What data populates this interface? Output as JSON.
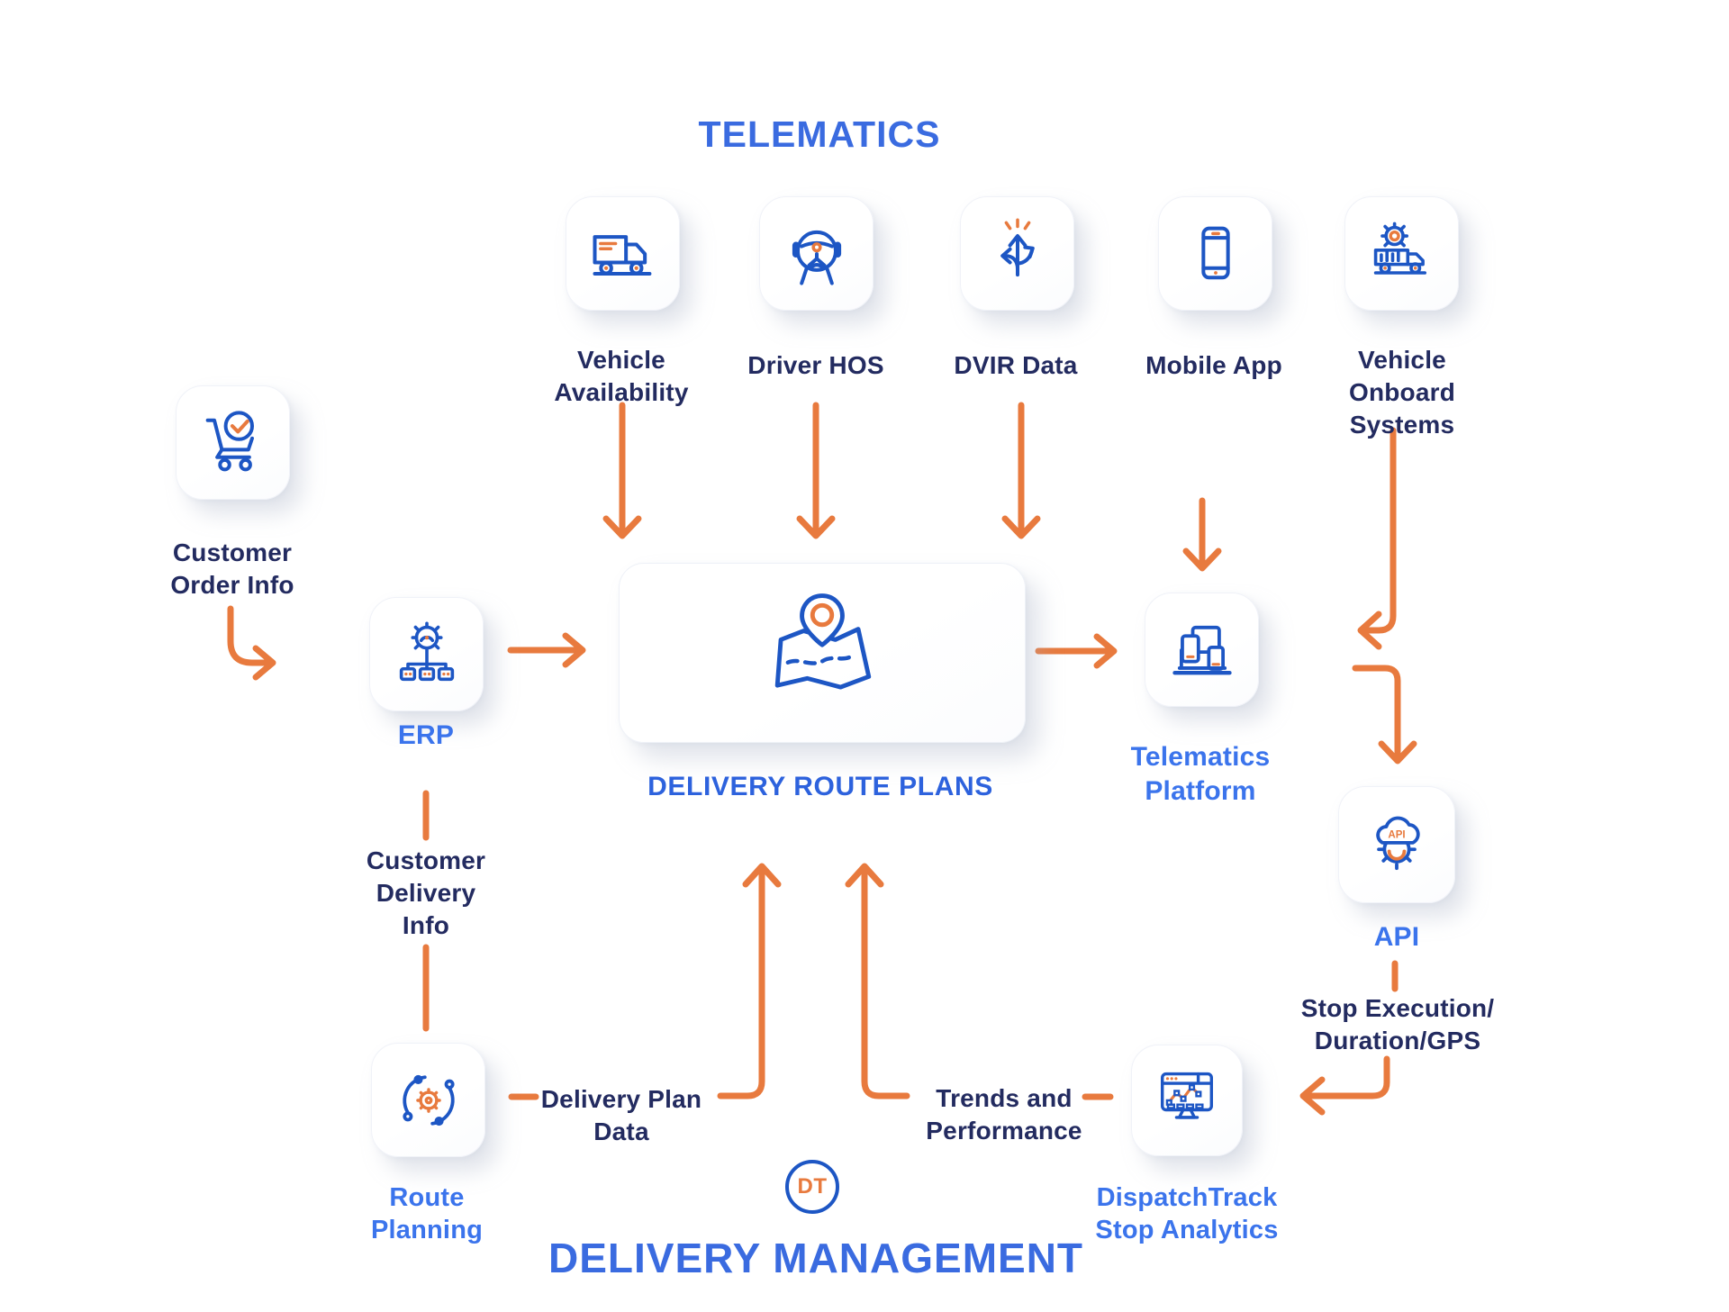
{
  "colors": {
    "orange": "#E87A3E",
    "navy": "#232B60",
    "blue": "#3A6BE0",
    "link_blue": "#3B74EC",
    "icon_blue": "#1D56C4"
  },
  "titles": {
    "telematics": "TELEMATICS",
    "delivery_management": "DELIVERY MANAGEMENT"
  },
  "logo": {
    "dt": "DT"
  },
  "nodes": {
    "customer_order": {
      "label": "Customer\nOrder Info"
    },
    "vehicle_availability": {
      "label": "Vehicle\nAvailability"
    },
    "driver_hos": {
      "label": "Driver HOS"
    },
    "dvir_data": {
      "label": "DVIR Data"
    },
    "mobile_app": {
      "label": "Mobile App"
    },
    "vehicle_onboard_systems": {
      "label": "Vehicle\nOnboard\nSystems"
    },
    "erp": {
      "label": "ERP"
    },
    "delivery_route_plans": {
      "label": "DELIVERY ROUTE PLANS"
    },
    "telematics_platform": {
      "label": "Telematics\nPlatform"
    },
    "api": {
      "label": "API",
      "icon_text": "API"
    },
    "route_planning": {
      "label": "Route\nPlanning"
    },
    "dispatchtrack_stop_analytics": {
      "label": "DispatchTrack\nStop Analytics"
    }
  },
  "edge_labels": {
    "customer_delivery_info": "Customer\nDelivery\nInfo",
    "delivery_plan_data": "Delivery Plan\nData",
    "trends_and_performance": "Trends and\nPerformance",
    "stop_execution": "Stop Execution/\nDuration/GPS"
  }
}
